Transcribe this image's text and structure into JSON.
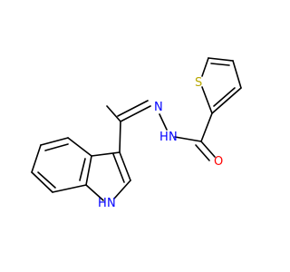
{
  "molecule": {
    "atoms": [
      {
        "id": "S",
        "label": "S",
        "color": "#b8a800"
      },
      {
        "id": "O",
        "label": "O",
        "color": "#ff0000"
      },
      {
        "id": "N1",
        "label": "N",
        "color": "#0000ff"
      },
      {
        "id": "N2",
        "label": "N",
        "color": "#0000ff"
      },
      {
        "id": "H_hydrazide",
        "label": "H",
        "color": "#0000ff"
      },
      {
        "id": "NH_indole",
        "label": "H",
        "color": "#0000ff"
      },
      {
        "id": "N_indole",
        "label": "N",
        "color": "#0000ff"
      }
    ]
  }
}
